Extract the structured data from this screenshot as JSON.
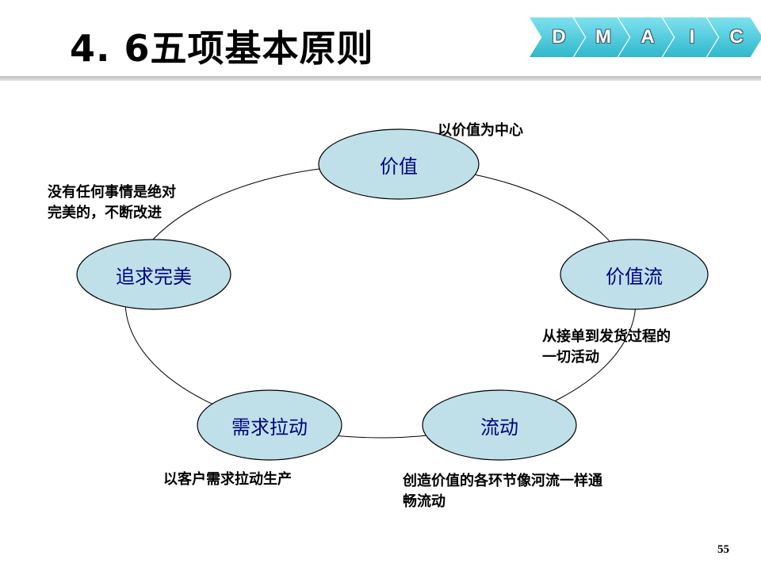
{
  "slide": {
    "title": "4. 6五项基本原则",
    "page_number": "55"
  },
  "dmaic": [
    "D",
    "M",
    "A",
    "I",
    "C"
  ],
  "colors": {
    "node_fill": "#bfe0e8",
    "node_stroke": "#000000",
    "node_text": "#000080",
    "dmaic_fill": "#3cc3d6"
  },
  "nodes": {
    "value": "价值",
    "value_stream": "价值流",
    "flow": "流动",
    "pull": "需求拉动",
    "perfection": "追求完美"
  },
  "notes": {
    "value": [
      "以价值为中心"
    ],
    "value_stream": [
      "从接单到发货过程的",
      "一切活动"
    ],
    "flow": [
      "创造价值的各环节像河流一样通",
      "畅流动"
    ],
    "pull": [
      "以客户需求拉动生产"
    ],
    "perfection": [
      "没有任何事情是绝对",
      "完美的，不断改进"
    ]
  }
}
